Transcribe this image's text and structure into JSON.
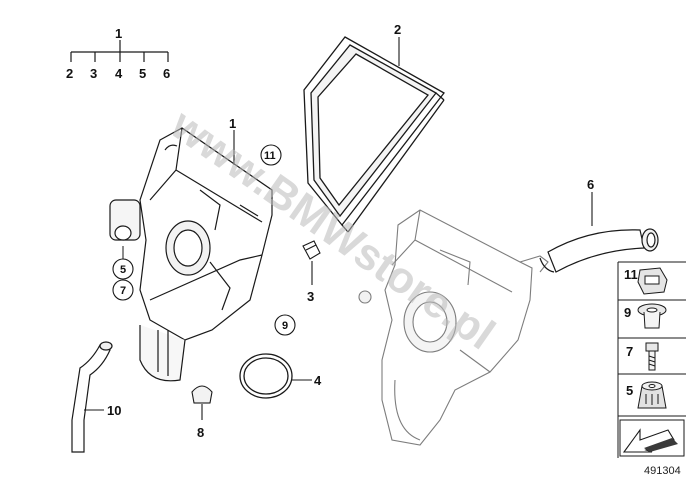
{
  "tree": {
    "root": "1",
    "children": [
      "2",
      "3",
      "4",
      "5",
      "6"
    ]
  },
  "callouts": {
    "part1": "1",
    "part2": "2",
    "part3": "3",
    "part4": "4",
    "part6": "6",
    "part8": "8",
    "part10": "10",
    "circled5": "5",
    "circled7": "7",
    "circled9": "9",
    "circled11": "11"
  },
  "side_panel": [
    "11",
    "9",
    "7",
    "5"
  ],
  "watermark": "www.BMWstore.pl",
  "diagram_id": "491304",
  "colors": {
    "line": "#1a1a1a",
    "shade": "#d9d9d9",
    "ghost": "#8a8a8a"
  }
}
